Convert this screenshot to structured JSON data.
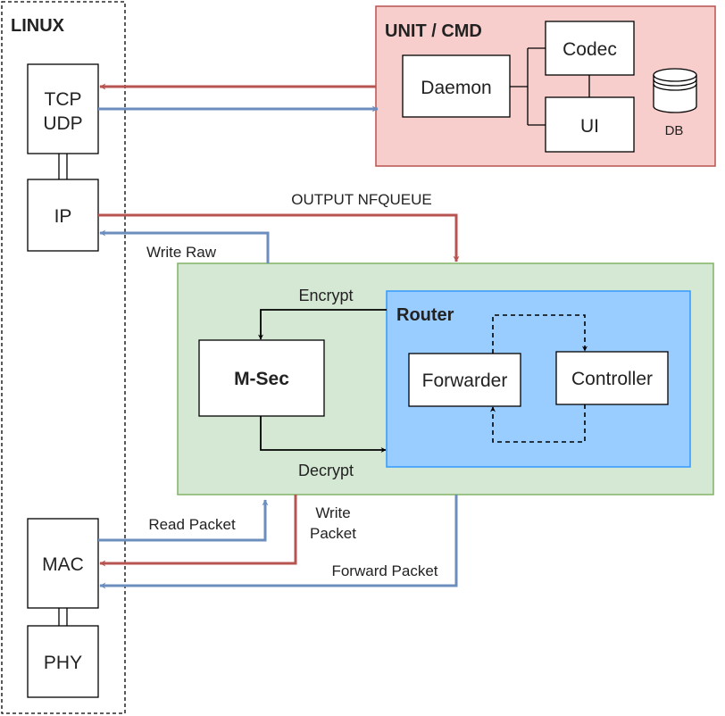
{
  "colors": {
    "red": "#b85450",
    "blue": "#6c8ebf",
    "red_fill": "#f8cecc",
    "green_fill": "#d5e8d4",
    "green_stroke": "#82b366",
    "blue_fill": "#99ccff",
    "blue_stroke": "#3399ff"
  },
  "linux": {
    "title": "LINUX",
    "tcp": "TCP",
    "udp": "UDP",
    "ip": "IP",
    "mac": "MAC",
    "phy": "PHY"
  },
  "unit": {
    "title": "UNIT / CMD",
    "daemon": "Daemon",
    "codec": "Codec",
    "ui": "UI",
    "db": "DB"
  },
  "core": {
    "msec": "M-Sec",
    "router": "Router",
    "forwarder": "Forwarder",
    "controller": "Controller"
  },
  "labels": {
    "output_nfqueue": "OUTPUT NFQUEUE",
    "write_raw": "Write Raw",
    "encrypt": "Encrypt",
    "decrypt": "Decrypt",
    "read_packet": "Read Packet",
    "write_packet_1": "Write",
    "write_packet_2": "Packet",
    "forward_packet": "Forward Packet"
  }
}
